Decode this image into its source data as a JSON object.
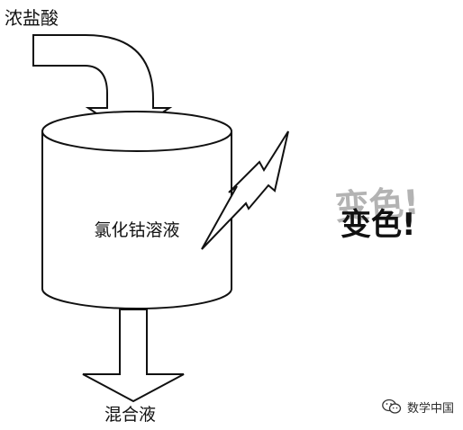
{
  "inlet_label": "浓盐酸",
  "tank_label": "氯化钴溶液",
  "outlet_label": "混合液",
  "exclamation": {
    "shadow_text": "变色!",
    "front_text": "变色!"
  },
  "watermark_text": "数学中国",
  "watermark_icon": "wechat-icon",
  "colors": {
    "stroke": "#111111",
    "background": "#ffffff",
    "shadow_text": "#b3b3b3"
  }
}
